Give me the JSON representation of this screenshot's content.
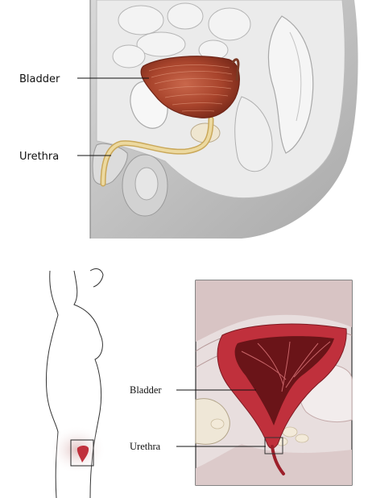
{
  "top_figure": {
    "labels": {
      "bladder": "Bladder",
      "urethra": "Urethra"
    }
  },
  "bottom_figure": {
    "labels": {
      "bladder": "Bladder",
      "urethra": "Urethra"
    }
  },
  "colors": {
    "tissue_gray": "#e6e6e6",
    "skin_gray": "#c9c9c9",
    "bladder_brown": "#a8442c",
    "urethra_yellow": "#e8d49a",
    "bladder_red": "#c0303c",
    "inset_pink": "#d9c8c8"
  }
}
